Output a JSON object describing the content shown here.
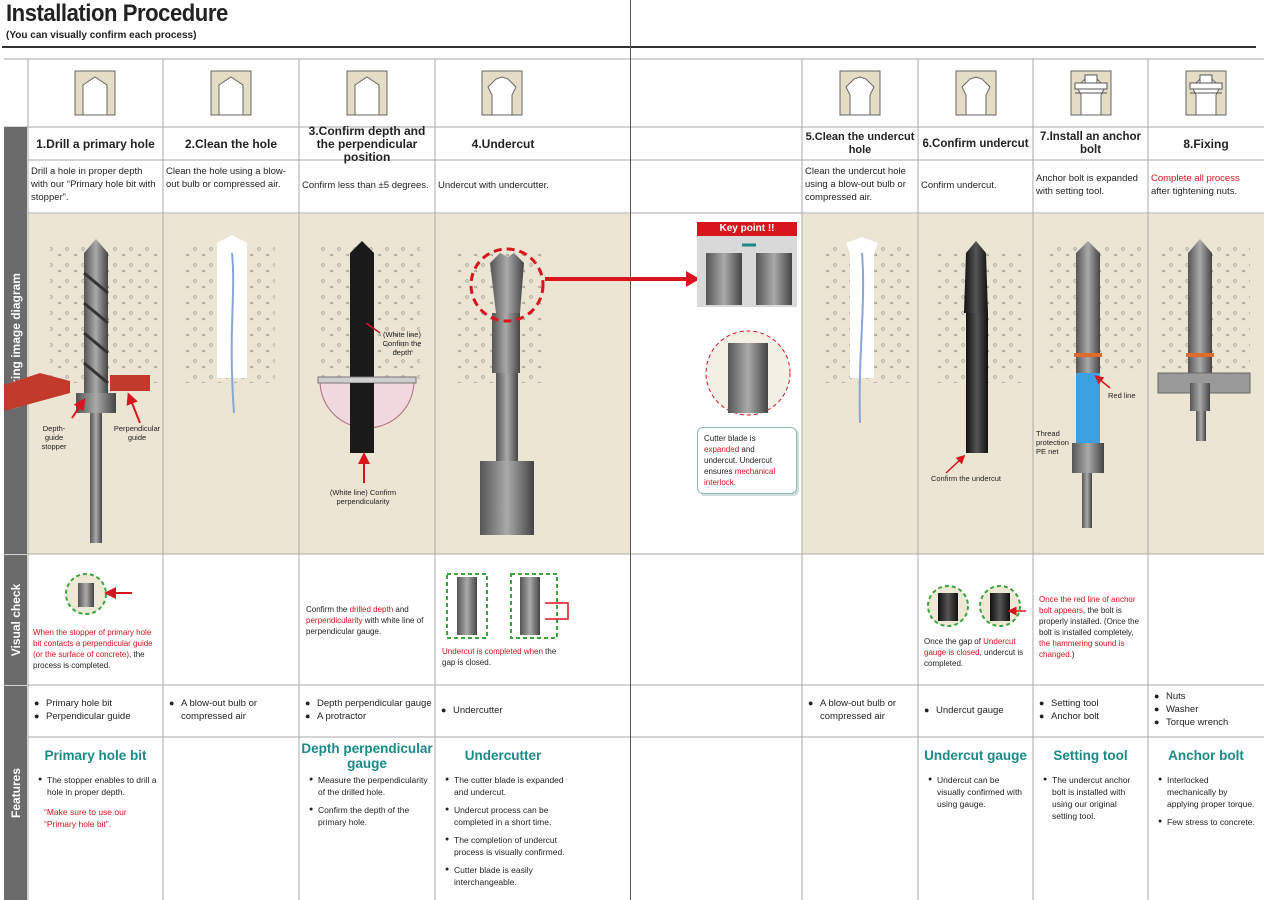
{
  "header": {
    "title": "Installation Procedure",
    "subtitle": "(You can visually confirm each process)"
  },
  "side_labels": {
    "working": "Working image diagram",
    "visual": "Visual check",
    "features": "Features"
  },
  "steps": [
    {
      "title": "1.Drill a primary hole",
      "desc_pre": "Drill a hole in proper depth with our “Primary hole bit with stopper”.",
      "tools": [
        "Primary hole bit",
        "Perpendicular guide"
      ],
      "feature_title": "Primary hole bit",
      "features": [
        "The stopper enables to drill a hole in proper depth."
      ],
      "feature_note": "“Make sure to use our “Primary hole bit”."
    },
    {
      "title": "2.Clean the hole",
      "desc_pre": "Clean the hole using a blow-out bulb or compressed air.",
      "tools": [
        "A blow-out bulb or compressed air"
      ]
    },
    {
      "title": "3.Confirm depth and the perpendicular position",
      "desc_pre": "Confirm less than ±5 degrees.",
      "tools": [
        "Depth perpendicular gauge",
        "A protractor"
      ],
      "feature_title": "Depth perpendicular gauge",
      "features": [
        "Measure the perpendicularity of the drilled hole.",
        "Confirm the depth of the primary hole."
      ]
    },
    {
      "title": "4.Undercut",
      "desc_pre": "Undercut with undercutter.",
      "tools": [
        "Undercutter"
      ],
      "feature_title": "Undercutter",
      "features": [
        "The cutter blade is expanded and undercut.",
        "Undercut process can be completed in a short time.",
        "The completion of undercut process is visually confirmed.",
        "Cutter blade is easily interchangeable."
      ]
    },
    {
      "title": "5.Clean the undercut hole",
      "desc_pre": "Clean the undercut hole using a blow-out bulb or compressed air.",
      "tools": [
        "A blow-out bulb or compressed air"
      ]
    },
    {
      "title": "6.Confirm undercut",
      "desc_pre": "Confirm undercut.",
      "tools": [
        "Undercut gauge"
      ],
      "feature_title": "Undercut gauge",
      "features": [
        "Undercut can be visually confirmed with using gauge."
      ]
    },
    {
      "title": "7.Install an anchor bolt",
      "desc_pre": "Anchor bolt is expanded with setting tool.",
      "tools": [
        "Setting tool",
        "Anchor bolt"
      ],
      "feature_title": "Setting tool",
      "features": [
        "The undercut anchor bolt is installed with using our original setting tool."
      ]
    },
    {
      "title": "8.Fixing",
      "desc_red": "Complete all process",
      "desc_post": " after tightening nuts.",
      "tools": [
        "Nuts",
        "Washer",
        "Torque wrench"
      ],
      "feature_title": "Anchor bolt",
      "features": [
        "Interlocked mechanically by applying proper torque.",
        "Few stress to concrete."
      ]
    }
  ],
  "diagram_labels": {
    "depth_guide": "Depth-guide stopper",
    "perp_guide": "Perpendicular guide",
    "white_line_depth": "(White line) Confirm the depth",
    "white_line_perp": "(White line) Confirm perpendicularity",
    "confirm_undercut": "Confirm the undercut",
    "red_line": "Red line",
    "thread_protection": "Thread protection PE net",
    "key_point": "Key point !!",
    "key_note_1": "Cutter blade is ",
    "key_note_red1": "expanded",
    "key_note_2": " and undercut. Undercut ensures ",
    "key_note_red2": "mechanical interlock",
    "key_note_3": "."
  },
  "visual_check": {
    "s1_red": "When the stopper of primary hole bit contacts a perpendicular guide (or the surface of concrete)",
    "s1_black": ", the process is completed.",
    "s3_a": "Confirm the ",
    "s3_red1": "drilled depth",
    "s3_b": " and ",
    "s3_red2": "perpendicularity",
    "s3_c": " with white line of perpendicular gauge.",
    "s4_red": "Undercut is completed when",
    "s4_black": " the gap is closed.",
    "s6_a": "Once the gap of ",
    "s6_red": "Undercut gauge is closed",
    "s6_b": ", undercut is completed.",
    "s7_red1": "Once the red line of anchor bolt appears",
    "s7_a": ", the bolt is properly installed. (Once the bolt is installed completely, ",
    "s7_red2": "the hammering sound is changed.",
    "s7_b": ")"
  },
  "colors": {
    "accent_red": "#d8141c",
    "teal": "#1a8a86",
    "beige": "#ece5d3",
    "side_gray": "#6b6b6b",
    "dash_green": "#3aa63a"
  }
}
